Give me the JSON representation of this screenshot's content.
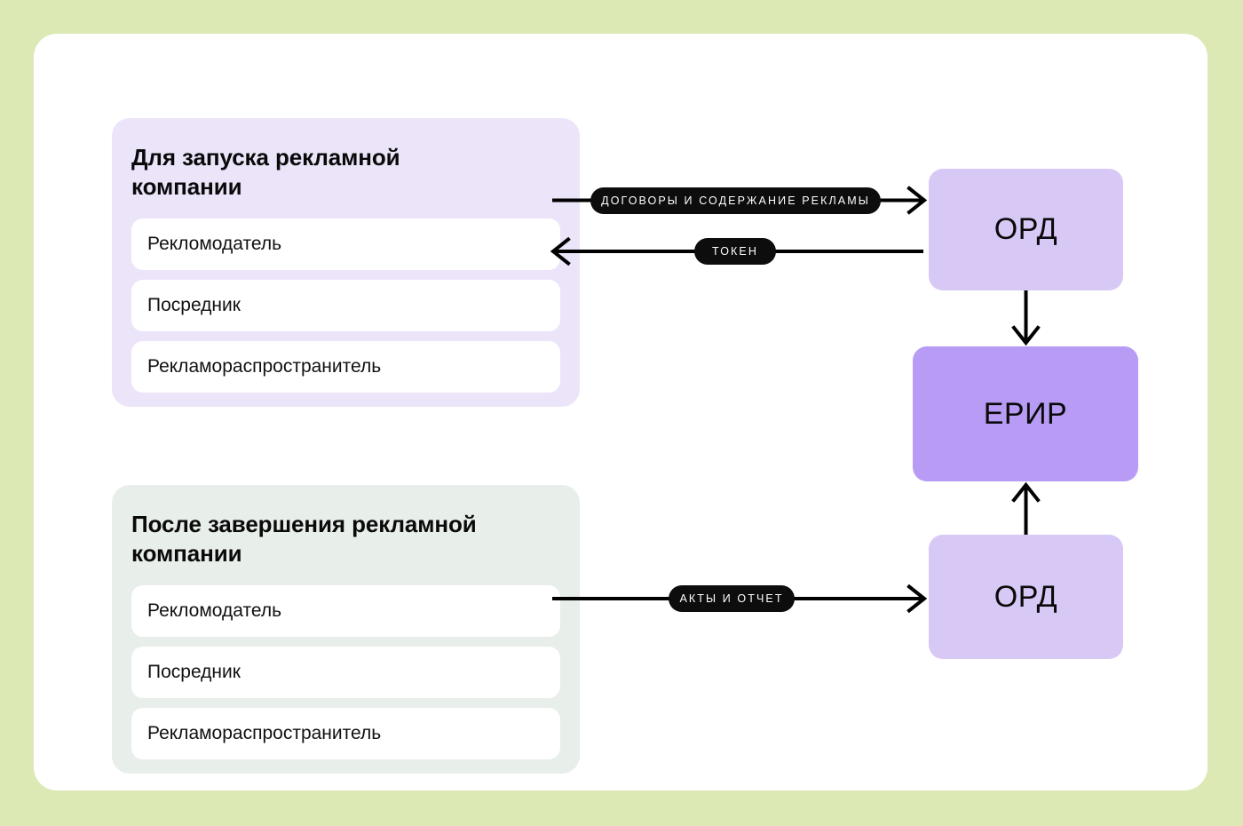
{
  "page": {
    "background_color": "#dce9b4",
    "card_color": "#ffffff"
  },
  "panels": [
    {
      "id": "launch",
      "title": "Для запуска рекламной\nкомпании",
      "background_color": "#ece5fa",
      "rows": [
        {
          "label": "Рекломодатель"
        },
        {
          "label": "Посредник"
        },
        {
          "label": "Рекламораспространитель"
        }
      ]
    },
    {
      "id": "after",
      "title": "После завершения рекламной\nкомпании",
      "background_color": "#e8eeea",
      "rows": [
        {
          "label": "Рекломодатель"
        },
        {
          "label": "Посредник"
        },
        {
          "label": "Рекламораспространитель"
        }
      ]
    }
  ],
  "nodes": [
    {
      "id": "ord-top",
      "label": "ОРД",
      "color": "#d8c8f6"
    },
    {
      "id": "erir",
      "label": "ЕРИР",
      "color": "#b79bf5"
    },
    {
      "id": "ord-bottom",
      "label": "ОРД",
      "color": "#d8c8f6"
    }
  ],
  "connectors": [
    {
      "id": "contracts",
      "label": "ДОГОВОРЫ И СОДЕРЖАНИЕ РЕКЛАМЫ",
      "from": "launch",
      "to": "ord-top",
      "direction": "right"
    },
    {
      "id": "token",
      "label": "ТОКЕН",
      "from": "ord-top",
      "to": "launch",
      "direction": "left"
    },
    {
      "id": "ord-to-erir",
      "label": "",
      "from": "ord-top",
      "to": "erir",
      "direction": "down"
    },
    {
      "id": "acts",
      "label": "АКТЫ И ОТЧЕТ",
      "from": "after",
      "to": "ord-bottom",
      "direction": "right"
    },
    {
      "id": "ord-bottom-to-erir",
      "label": "",
      "from": "ord-bottom",
      "to": "erir",
      "direction": "up"
    }
  ]
}
